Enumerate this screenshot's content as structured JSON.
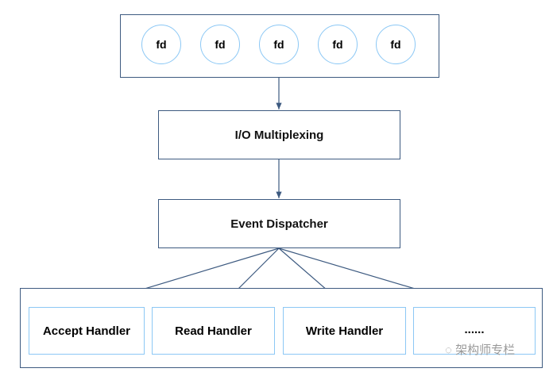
{
  "fds": [
    "fd",
    "fd",
    "fd",
    "fd",
    "fd"
  ],
  "multiplexer": "I/O Multiplexing",
  "dispatcher": "Event Dispatcher",
  "handlers": [
    "Accept Handler",
    "Read Handler",
    "Write Handler",
    "......"
  ],
  "watermark": "架构师专栏",
  "colors": {
    "box_border": "#3d5a80",
    "circle_border": "#8cc8f5",
    "arrow": "#3d5a80"
  }
}
